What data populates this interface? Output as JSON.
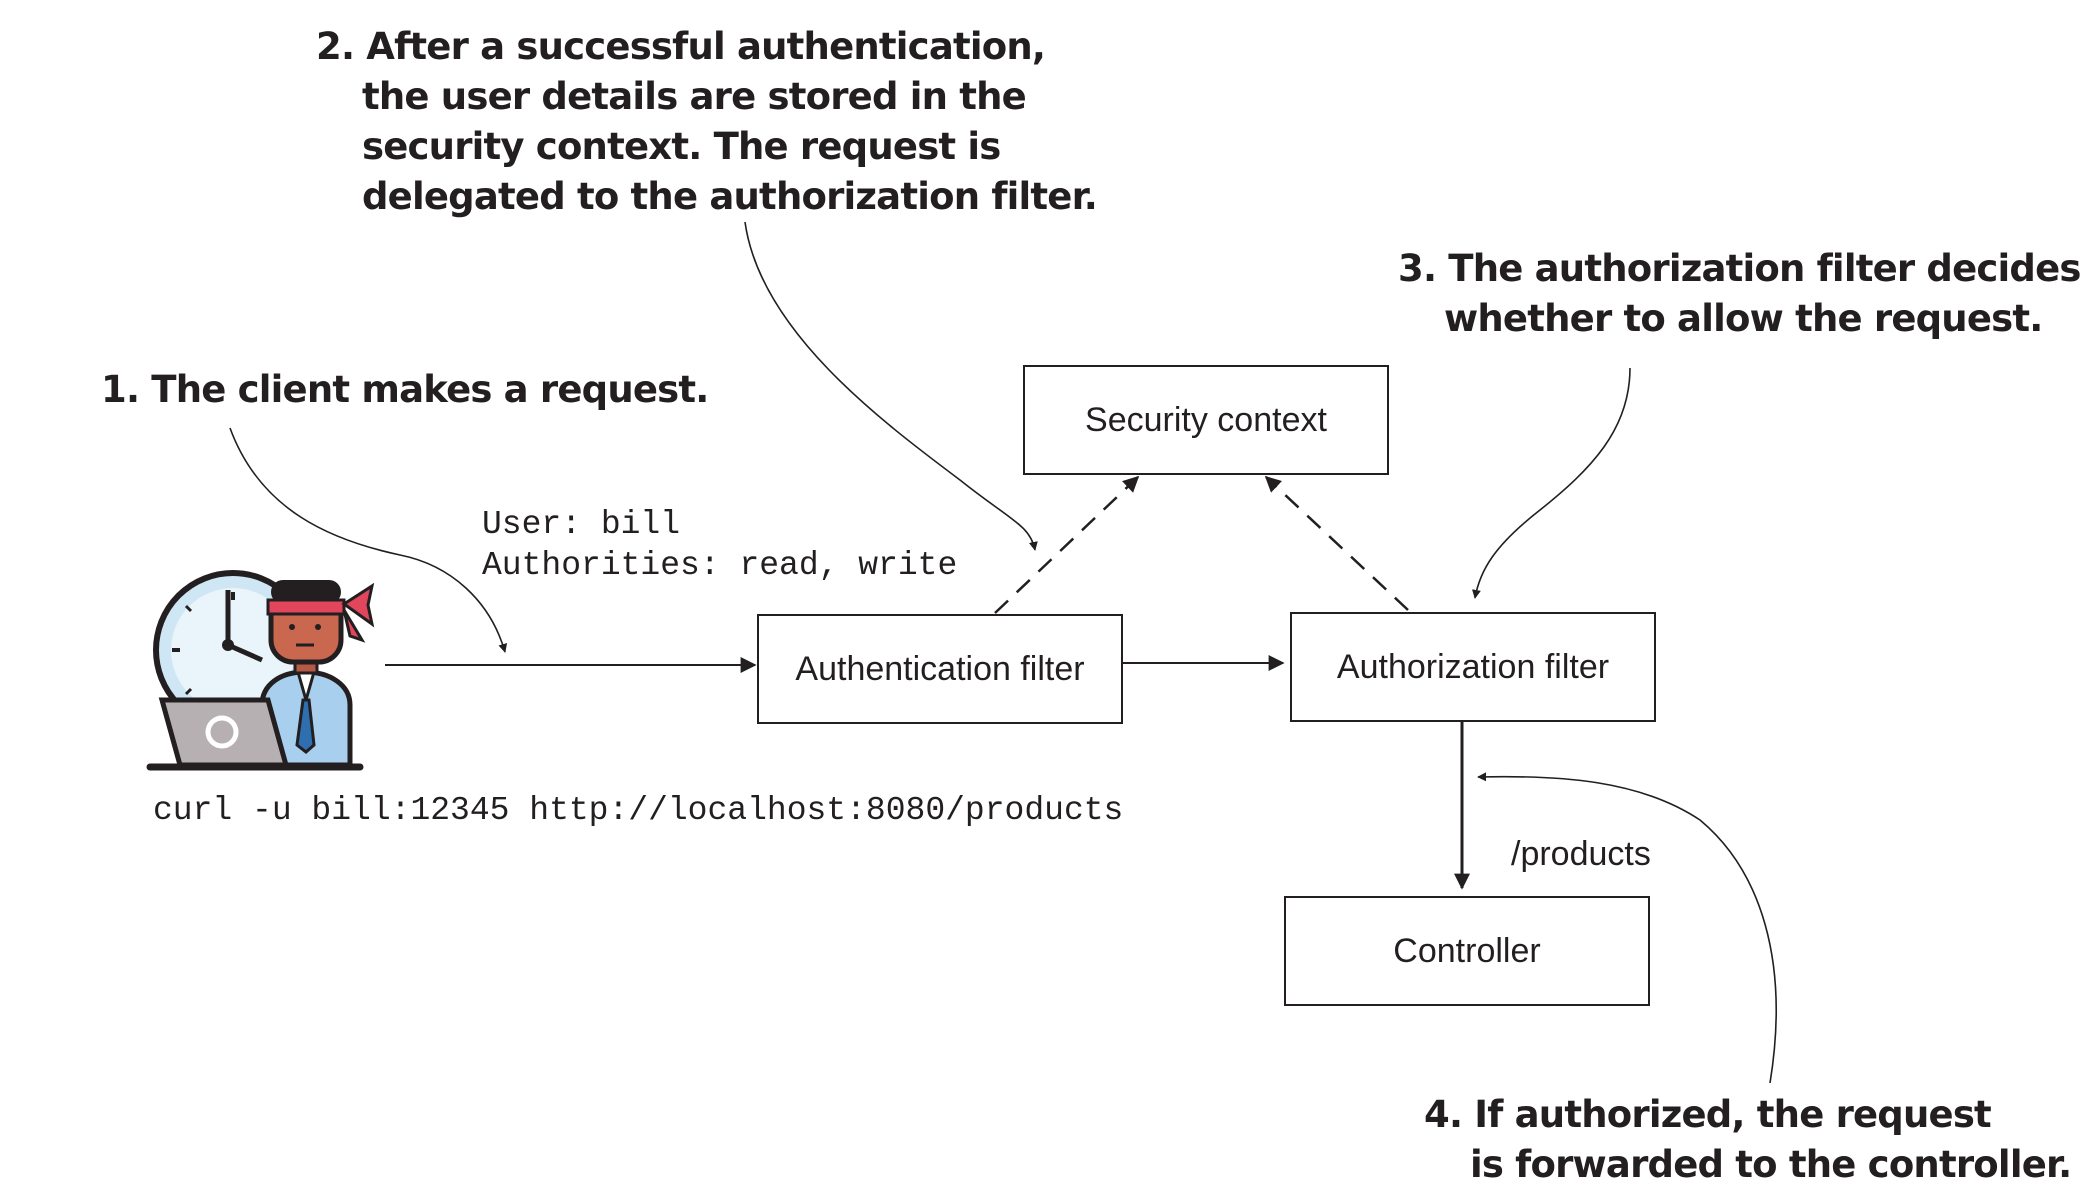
{
  "callouts": {
    "step1": [
      "1. The client makes a request."
    ],
    "step2": [
      "2. After a successful authentication,",
      "the user details are stored in the",
      "security context. The request is",
      "delegated to the authorization filter."
    ],
    "step3": [
      "3. The authorization filter decides",
      "whether to allow the request."
    ],
    "step4": [
      "4. If authorized, the request",
      "is forwarded to the controller."
    ]
  },
  "boxes": {
    "security_context": "Security context",
    "authentication_filter": "Authentication filter",
    "authorization_filter": "Authorization filter",
    "controller": "Controller"
  },
  "request_details": {
    "user": "User: bill",
    "authorities": "Authorities: read, write"
  },
  "curl_command": "curl -u bill:12345 http://localhost:8080/products",
  "path_label": "/products",
  "icons": {
    "client": "developer-with-clock-and-laptop-icon"
  },
  "colors": {
    "ink": "#231f20",
    "headband": "#e2465c",
    "skin": "#c9674f",
    "shirt": "#a9cfee",
    "tie": "#2f6fb0",
    "clock": "#cfe6f5",
    "laptop": "#b7b0b2"
  }
}
